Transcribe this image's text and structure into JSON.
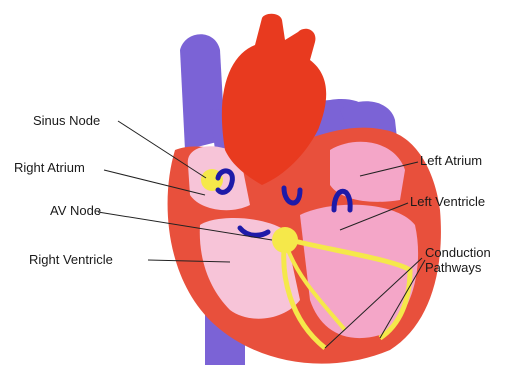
{
  "diagram": {
    "labels": {
      "sinus_node": "Sinus Node",
      "right_atrium": "Right Atrium",
      "av_node": "AV Node",
      "right_ventricle": "Right Ventricle",
      "left_atrium": "Left Atrium",
      "left_ventricle": "Left Ventricle",
      "conduction_line1": "Conduction",
      "conduction_line2": "Pathways"
    },
    "colors": {
      "myocardium": "#e8503c",
      "chamber_pink": "#f4a6c8",
      "vena_cava_purple": "#7b63d6",
      "aorta_red": "#e83a1f",
      "conduction_yellow": "#f5e84a",
      "flow_arrow_blue": "#1e1aa8",
      "leader_line": "#222222"
    }
  }
}
